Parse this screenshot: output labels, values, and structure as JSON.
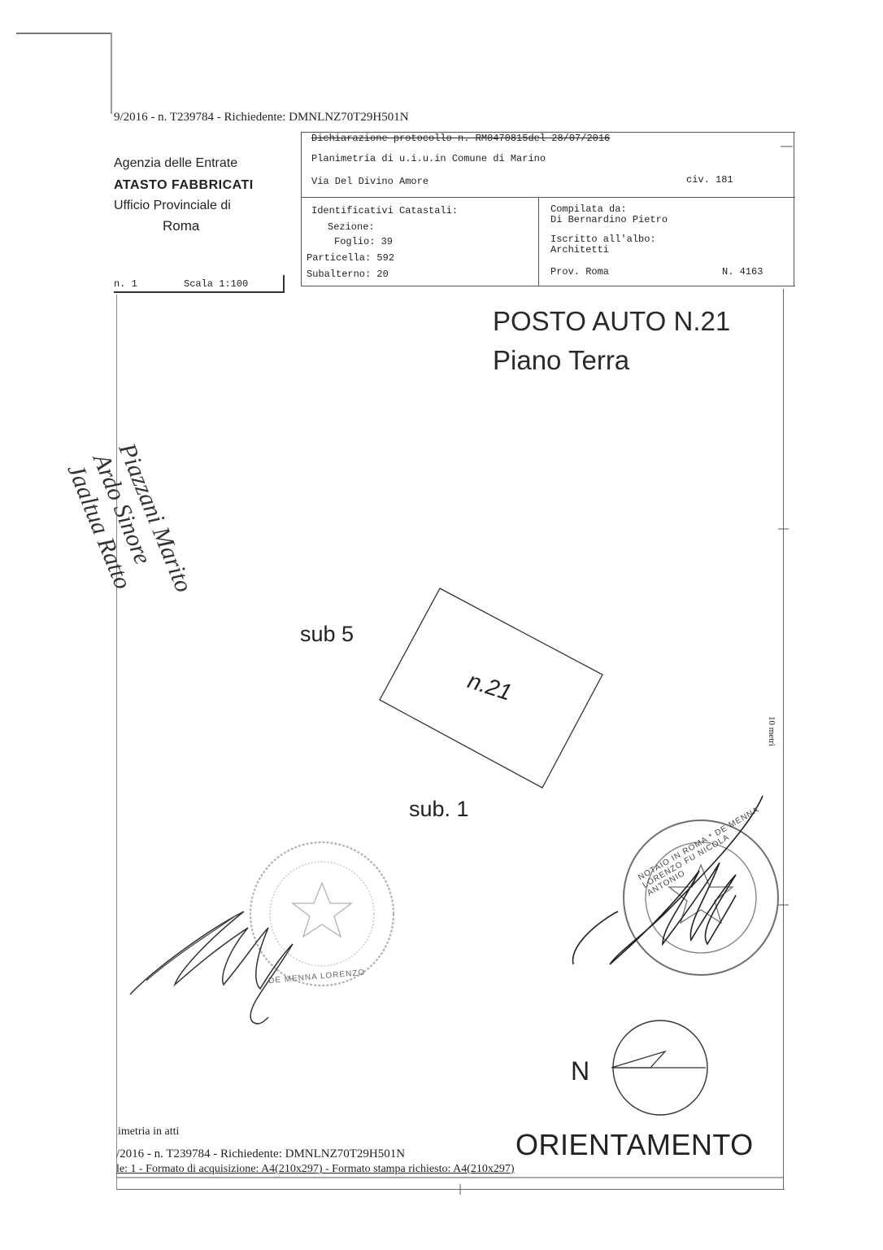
{
  "header": {
    "top_line": "9/2016 - n. T239784 - Richiedente: DMNLNZ70T29H501N"
  },
  "agency": {
    "name": "Agenzia delle Entrate",
    "section": "ATASTO FABBRICATI",
    "office": "Ufficio Provinciale di",
    "city": "Roma"
  },
  "declaration": {
    "protocol": "Dichiarazione protocollo n. RM0470815del 28/07/2016",
    "planimetry": "Planimetria di u.i.u.in Comune di Marino",
    "address": "Via Del Divino Amore",
    "civic": "civ. 181"
  },
  "cadastral": {
    "heading": "Identificativi Catastali:",
    "sezione": "Sezione:",
    "foglio": "Foglio: 39",
    "particella": "Particella: 592",
    "subalterno": "Subalterno: 20"
  },
  "compiled": {
    "heading": "Compilata da:",
    "name": "Di Bernardino Pietro",
    "register": "Iscritto all'albo:",
    "profession": "Architetti",
    "province": "Prov. Roma",
    "number": "N. 4163"
  },
  "scale_row": {
    "sheet": "n. 1",
    "scale": "Scala 1:100"
  },
  "plan": {
    "title": "POSTO AUTO N.21",
    "floor": "Piano Terra",
    "sub5": "sub 5",
    "sub1": "sub. 1",
    "slot": "n.21",
    "scale_mark": "10 metri",
    "north": "N",
    "orientation": "ORIENTAMENTO"
  },
  "handwriting": {
    "line1": "Piazzani Marito",
    "line2": "Ardo Sinore",
    "line3": "Jaaltua Ratto"
  },
  "stamps": {
    "left_ring": "DE MENNA LORENZO",
    "right_ring": "NOTAIO IN ROMA * DE MENNA LORENZO FU NICOLA ANTONIO"
  },
  "footer": {
    "line1": "imetria in atti",
    "line2": "/2016 - n. T239784 - Richiedente: DMNLNZ70T29H501N",
    "line3": "le: 1 - Formato di acquisizione: A4(210x297) - Formato stampa richiesto: A4(210x297)"
  }
}
